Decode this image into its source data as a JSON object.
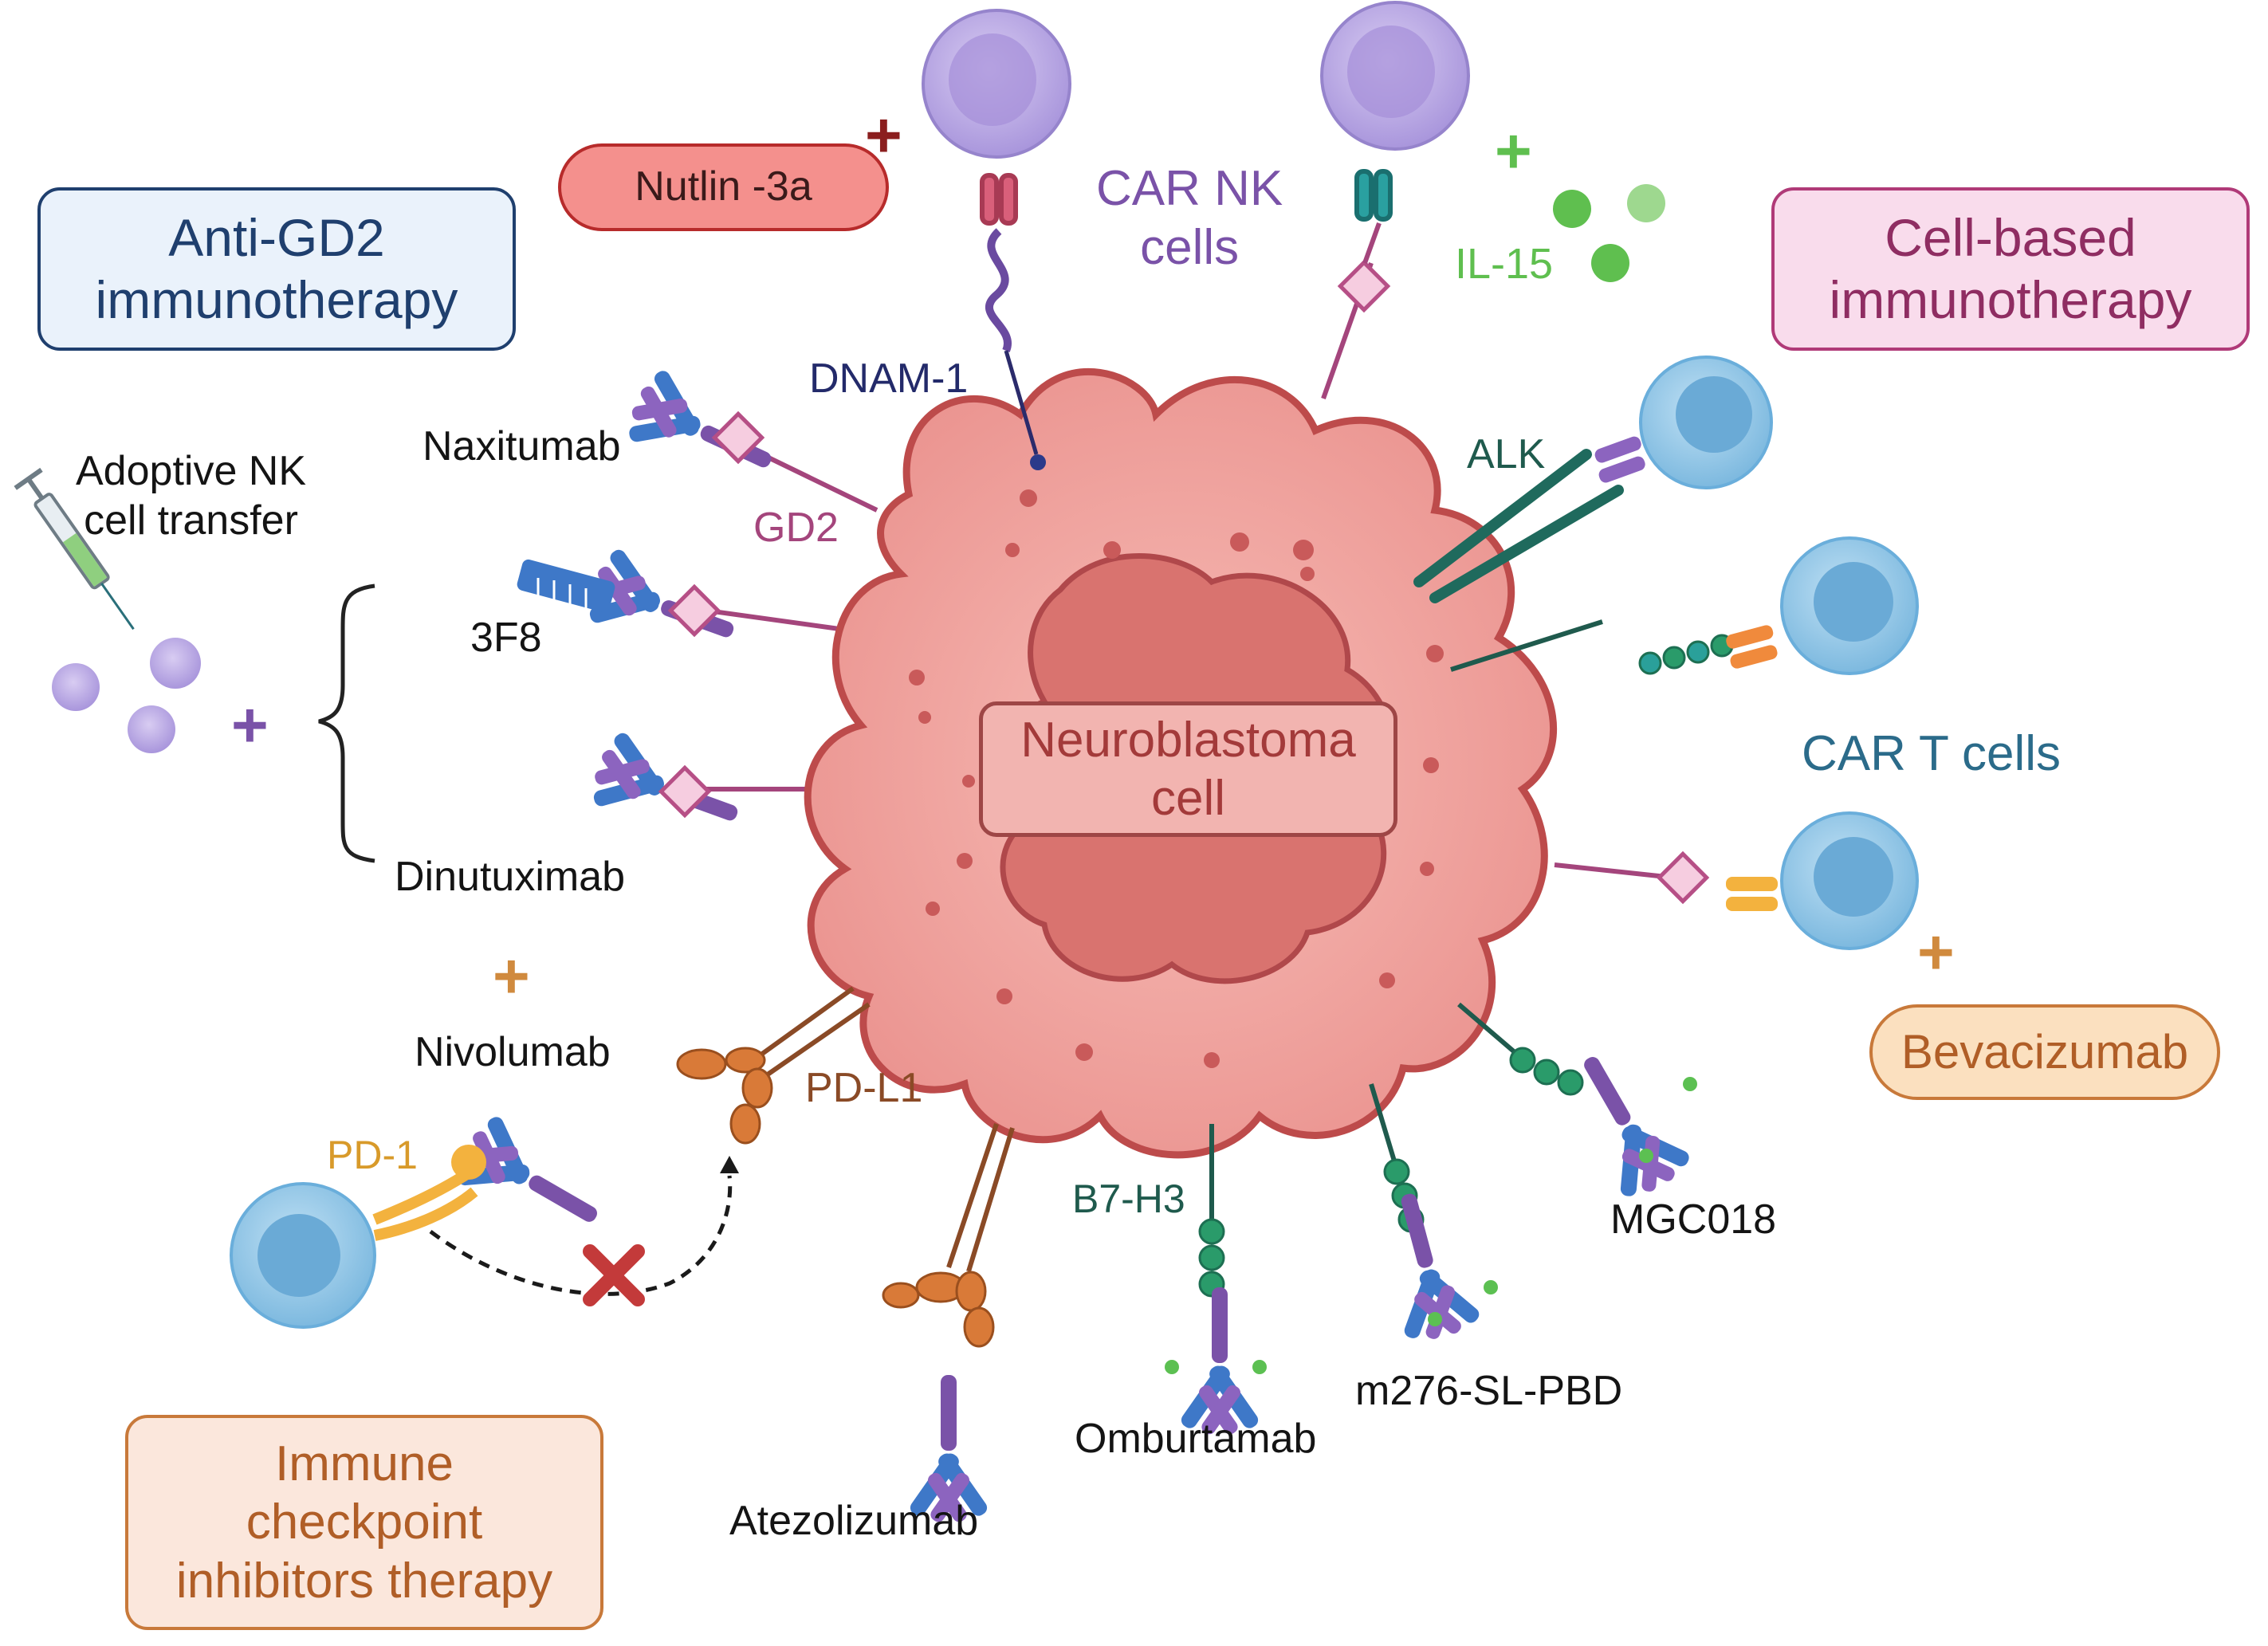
{
  "boxes": {
    "anti_gd2": "Anti-GD2\nimmunotherapy",
    "cell_based": "Cell-based\nimmunotherapy",
    "checkpoint": "Immune\ncheckpoint\ninhibitors therapy",
    "neuroblastoma": "Neuroblastoma\ncell"
  },
  "pills": {
    "nutlin": "Nutlin -3a",
    "bevacizumab": "Bevacizumab"
  },
  "labels": {
    "car_nk": "CAR NK\ncells",
    "il15": "IL-15",
    "dnam1": "DNAM-1",
    "gd2": "GD2",
    "alk": "ALK",
    "car_t": "CAR T cells",
    "adoptive_nk": "Adoptive NK\ncell transfer",
    "naxitumab": "Naxitumab",
    "f38": "3F8",
    "dinutuximab": "Dinutuximab",
    "nivolumab": "Nivolumab",
    "pd1": "PD-1",
    "pdl1": "PD-L1",
    "b7h3": "B7-H3",
    "mgc018": "MGC018",
    "m276": "m276-SL-PBD",
    "omburtamab": "Omburtamab",
    "atezolizumab": "Atezolizumab"
  },
  "plus_sign": "+",
  "colors": {
    "anti_gd2_border": "#1f3f6e",
    "anti_gd2_fill": "#eaf2fb",
    "cell_based_border": "#b03a78",
    "cell_based_fill": "#f9dcec",
    "checkpoint_border": "#c8793a",
    "checkpoint_fill": "#fbe7dc",
    "tumor_fill": "#ef9f9b",
    "tumor_outline": "#bd4b4b",
    "nucleus_fill": "#d9736f",
    "nk_cell": "#b9a6e2",
    "t_cell": "#8fc6e6",
    "gd2_line": "#a4457c",
    "b7h3_line": "#1f5a4d",
    "pdl1_line": "#8a4a26"
  },
  "icons": [
    "syringe-icon",
    "nk-cell-icon",
    "t-cell-icon",
    "antibody-icon",
    "red-cross-icon",
    "il15-bead-icon"
  ]
}
